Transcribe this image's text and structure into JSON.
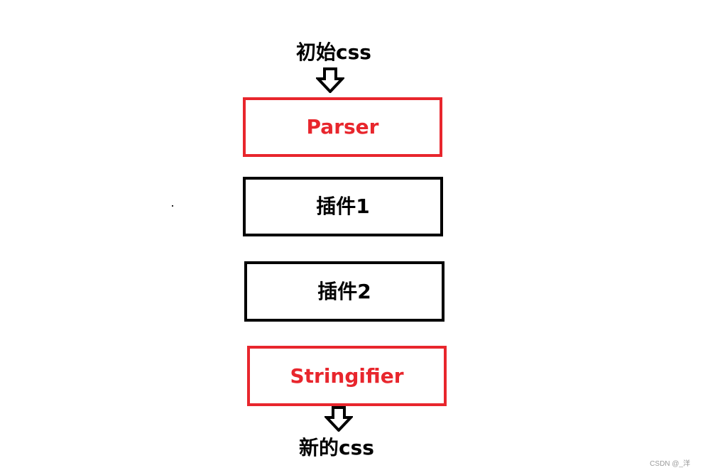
{
  "diagram": {
    "input_label": "初始css",
    "output_label": "新的css",
    "steps": [
      {
        "label": "Parser",
        "color": "#e8262d"
      },
      {
        "label": "插件1",
        "color": "#000000"
      },
      {
        "label": "插件2",
        "color": "#000000"
      },
      {
        "label": "Stringifier",
        "color": "#e8262d"
      }
    ],
    "arrow_icon": "down-outline-arrow-icon"
  },
  "watermark": "CSDN @_洋",
  "colors": {
    "accent_red": "#e8262d",
    "stroke_black": "#000000",
    "background": "#ffffff"
  }
}
